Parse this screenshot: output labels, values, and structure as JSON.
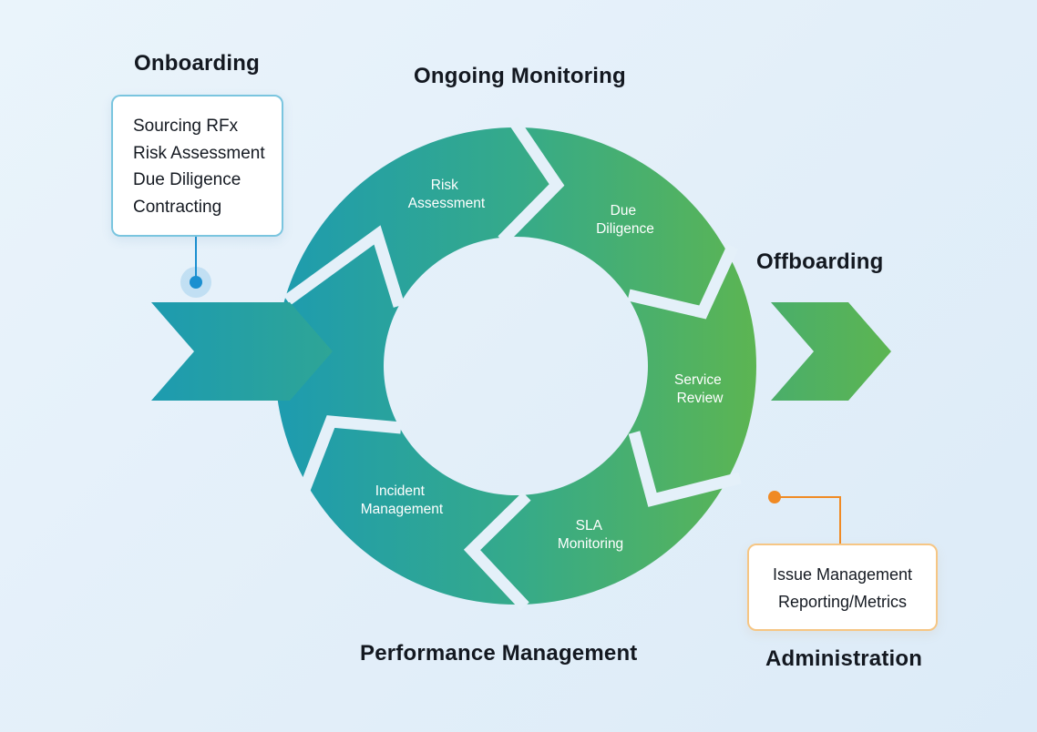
{
  "headings": {
    "onboarding": "Onboarding",
    "ongoing_monitoring": "Ongoing Monitoring",
    "offboarding": "Offboarding",
    "performance_management": "Performance Management",
    "administration": "Administration"
  },
  "onboarding_items": [
    "Sourcing RFx",
    "Risk Assessment",
    "Due Diligence",
    "Contracting"
  ],
  "administration_items": [
    "Issue Management",
    "Reporting/Metrics"
  ],
  "cycle_segments": [
    {
      "line1": "Risk",
      "line2": "Assessment"
    },
    {
      "line1": "Due",
      "line2": "Diligence"
    },
    {
      "line1": "Service",
      "line2": "Review"
    },
    {
      "line1": "SLA",
      "line2": "Monitoring"
    },
    {
      "line1": "Incident",
      "line2": "Management"
    }
  ],
  "colors": {
    "teal": "#1d9bb0",
    "green": "#5cb552",
    "onboarding_accent": "#1a8fd0",
    "administration_accent": "#f08a24",
    "onboarding_border": "#7ac5df",
    "administration_border": "#f6c684"
  }
}
